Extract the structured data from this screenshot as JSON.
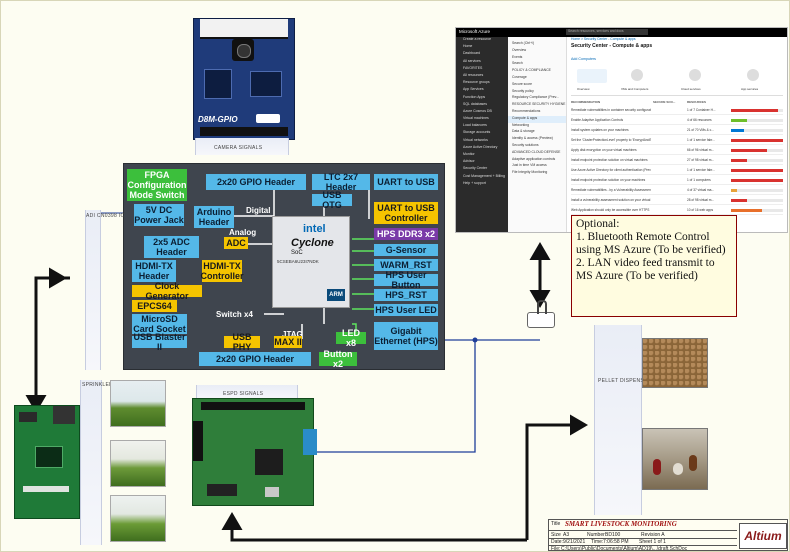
{
  "camera": {
    "caption": "CAMERA SIGNALS",
    "board_label": "D8M-GPIO"
  },
  "de10_board": {
    "blocks": [
      {
        "id": "fpga-config",
        "text": "FPGA Configuration Mode Switch"
      },
      {
        "id": "gpio-header-top",
        "text": "2x20 GPIO Header"
      },
      {
        "id": "ltc-header",
        "text": "LTC 2x7 Header"
      },
      {
        "id": "uart-usb",
        "text": "UART to USB"
      },
      {
        "id": "usb-otg",
        "text": "USB OTG"
      },
      {
        "id": "dc-jack",
        "text": "5V DC Power Jack"
      },
      {
        "id": "arduino-header",
        "text": "Arduino Header"
      },
      {
        "id": "uart-usb-ctrl",
        "text": "UART to USB Controller"
      },
      {
        "id": "adc-header",
        "text": "2x5 ADC Header"
      },
      {
        "id": "adc",
        "text": "ADC"
      },
      {
        "id": "hps-ddr3",
        "text": "HPS DDR3 x2"
      },
      {
        "id": "g-sensor",
        "text": "G-Sensor"
      },
      {
        "id": "warm-rst",
        "text": "WARM_RST"
      },
      {
        "id": "hdmi-header",
        "text": "HDMI-TX Header"
      },
      {
        "id": "hdmi-ctrl",
        "text": "HDMI-TX Controller"
      },
      {
        "id": "hps-user-button",
        "text": "HPS User Button"
      },
      {
        "id": "clock-gen",
        "text": "Clock Generator"
      },
      {
        "id": "hps-rst",
        "text": "HPS_RST"
      },
      {
        "id": "epcs64",
        "text": "EPCS64"
      },
      {
        "id": "hps-user-led",
        "text": "HPS User LED"
      },
      {
        "id": "microsd",
        "text": "MicroSD Card Socket"
      },
      {
        "id": "switch-x4",
        "text": "Switch x4"
      },
      {
        "id": "gbe",
        "text": "Gigabit Ethernet (HPS)"
      },
      {
        "id": "usb-blaster",
        "text": "USB Blaster II"
      },
      {
        "id": "usb-phy",
        "text": "USB PHY"
      },
      {
        "id": "max-ii",
        "text": "MAX II"
      },
      {
        "id": "led-x8",
        "text": "LED x8"
      },
      {
        "id": "gpio-header-bottom",
        "text": "2x20 GPIO Header"
      },
      {
        "id": "button-x2",
        "text": "Button x2"
      }
    ],
    "labels": {
      "digital": "Digital",
      "analog": "Analog",
      "jtag": "JTAG"
    },
    "chip": {
      "brand": "intel",
      "family": "Cyclone",
      "soc": "SoC",
      "part": "5CSEBA6U23I7NDK",
      "arm": "ARM"
    }
  },
  "azure": {
    "top_title": "Microsoft Azure",
    "search_placeholder": "Search resources, services and docs",
    "breadcrumb": "Home > Security Center - Compute & apps",
    "page_title": "Security Center - Compute & apps",
    "sidebar": [
      "Create a resource",
      "Home",
      "Dashboard",
      "All services",
      "FAVORITES",
      "All resources",
      "Resource groups",
      "App Services",
      "Function Apps",
      "SQL databases",
      "Azure Cosmos DB",
      "Virtual machines",
      "Load balancers",
      "Storage accounts",
      "Virtual networks",
      "Azure Active Directory",
      "Monitor",
      "Advisor",
      "Security Center",
      "Cost Management + Billing",
      "Help + support"
    ],
    "blade": [
      "Search (Ctrl+/)",
      "Overview",
      "Events",
      "Search",
      "POLICY & COMPLIANCE",
      "Coverage",
      "Secure score",
      "Security policy",
      "Regulatory Compliance (Prev...",
      "RESOURCE SECURITY HYGIENE",
      "Recommendations",
      "Compute & apps",
      "Networking",
      "Data & storage",
      "Identity & access (Preview)",
      "Security solutions",
      "ADVANCED CLOUD DEFENSE",
      "Adaptive application controls",
      "Just in time VM access",
      "File Integrity Monitoring"
    ],
    "add_button": "Add Computers",
    "tabs": [
      "Overview",
      "VMs and Computers",
      "Cloud services",
      "App services"
    ],
    "columns": [
      "RECOMMENDATION",
      "SECURE SCO...",
      "RESOURCES"
    ],
    "rows": [
      {
        "rec": "Remediate vulnerabilities in container security configurations",
        "res": "1 of 7 Container H..."
      },
      {
        "rec": "Enable Adaptive Application Controls",
        "res": "4 of 66 resources"
      },
      {
        "rec": "Install system updates on your machines",
        "res": "21 of 70 VMs & c..."
      },
      {
        "rec": "Set the 'ClusterProtectionLevel' property to 'EncryptAndSign'...",
        "res": "1 of 1 service fabr..."
      },
      {
        "rec": "Apply disk encryption on your virtual machines",
        "res": "66 of 96 virtual m..."
      },
      {
        "rec": "Install endpoint protection solution on virtual machines",
        "res": "27 of 98 virtual m..."
      },
      {
        "rec": "Use Azure Active Directory for client authentication (Preview)",
        "res": "1 of 1 service fabr..."
      },
      {
        "rec": "Install endpoint protection solution on your machines",
        "res": "1 of 1 computers"
      },
      {
        "rec": "Remediate vulnerabilities - by a Vulnerability Assessment so...",
        "res": "4 of 37 virtual ma..."
      },
      {
        "rec": "Install a vulnerability assessment solution on your virtual ma...",
        "res": "28 of 98 virtual m..."
      },
      {
        "rec": "Web Application should only be accessible over HTTPS",
        "res": "10 of 16 web apps"
      }
    ]
  },
  "note": {
    "lines": [
      "Optional:",
      "1. Bluetooth Remote Control using MS Azure (To be verified)",
      "2. LAN video feed transmit to MS Azure (To be verified)"
    ]
  },
  "side_labels": {
    "adc": "ADI CN0398 IC",
    "sprinkler": "SPRINKLER",
    "espd": "ESPD SIGNALS",
    "pellet": "PELLET DISPENSER"
  },
  "title_block": {
    "title_label": "Title",
    "title": "SMART LIVESTOCK MONITORING",
    "size_label": "Size",
    "size": "A3",
    "number_label": "Number",
    "number": "BD100",
    "revision": "Revision A",
    "date_label": "Date:",
    "date": "9/21/2021",
    "time_label": "Time:",
    "time": "7:06:58 PM",
    "sheet": "Sheet 1 of 1",
    "file_label": "File:",
    "file": "C:\\Users\\Public\\Documents\\Altium\\AD19\\...\\draft.SchDoc",
    "brand": "Altium"
  },
  "colors": {
    "board": "#3f454e",
    "block_blue": "#54b8e8",
    "block_yellow": "#f5c400",
    "block_green": "#3cbf3c",
    "wire_blue": "#1f3f9a",
    "arrow": "#111111",
    "azure_dark": "#2b2b2b"
  }
}
